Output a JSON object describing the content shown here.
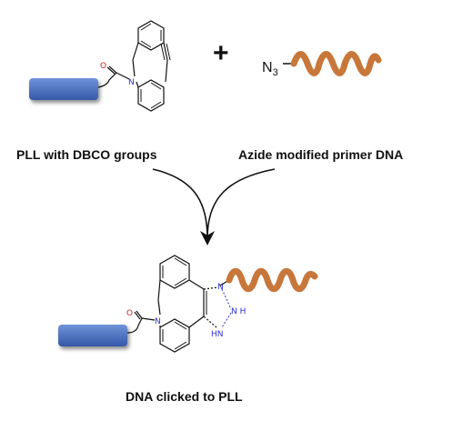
{
  "labels": {
    "pll_dbco": "PLL with DBCO groups",
    "azide_dna": "Azide modified primer DNA",
    "product": "DNA clicked to PLL"
  },
  "reaction": {
    "plus": "+",
    "azide_symbol": "N",
    "azide_subscript": "3"
  },
  "atoms": {
    "oxygen": "O",
    "nitrogen": "N",
    "triazole_n": "N",
    "triazole_nh": "N",
    "triazole_hn": "HN"
  },
  "colors": {
    "pll_block": "#4a72c4",
    "dna_helix": "#c8773a",
    "oxygen": "#d42020",
    "nitrogen": "#3030c8",
    "bond": "#111111"
  }
}
